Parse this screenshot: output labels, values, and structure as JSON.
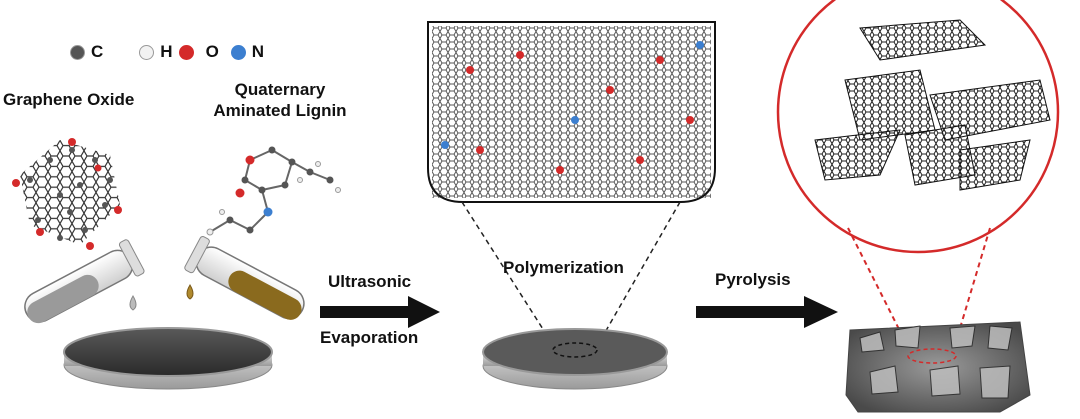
{
  "legend": {
    "items": [
      {
        "symbol": "C",
        "color": "#555555"
      },
      {
        "symbol": "H",
        "color": "#f2f2f2"
      },
      {
        "symbol": "O",
        "color": "#d42a2a"
      },
      {
        "symbol": "N",
        "color": "#3c7fd0"
      }
    ]
  },
  "labels": {
    "graphene_oxide": "Graphene Oxide",
    "lignin_line1": "Quaternary",
    "lignin_line2": "Aminated Lignin",
    "step1_line1": "Ultrasonic",
    "step1_line2": "Evaporation",
    "step2": "Polymerization",
    "step3": "Pyrolysis"
  },
  "colors": {
    "arrow": "#111111",
    "dish": "#3a3a3a",
    "zoom_line_dark": "#222222",
    "zoom_line_red": "#d42a2a",
    "circle_border": "#d42a2a",
    "liquid_go": "#9a9a9a",
    "liquid_lignin": "#8a6a1e"
  }
}
